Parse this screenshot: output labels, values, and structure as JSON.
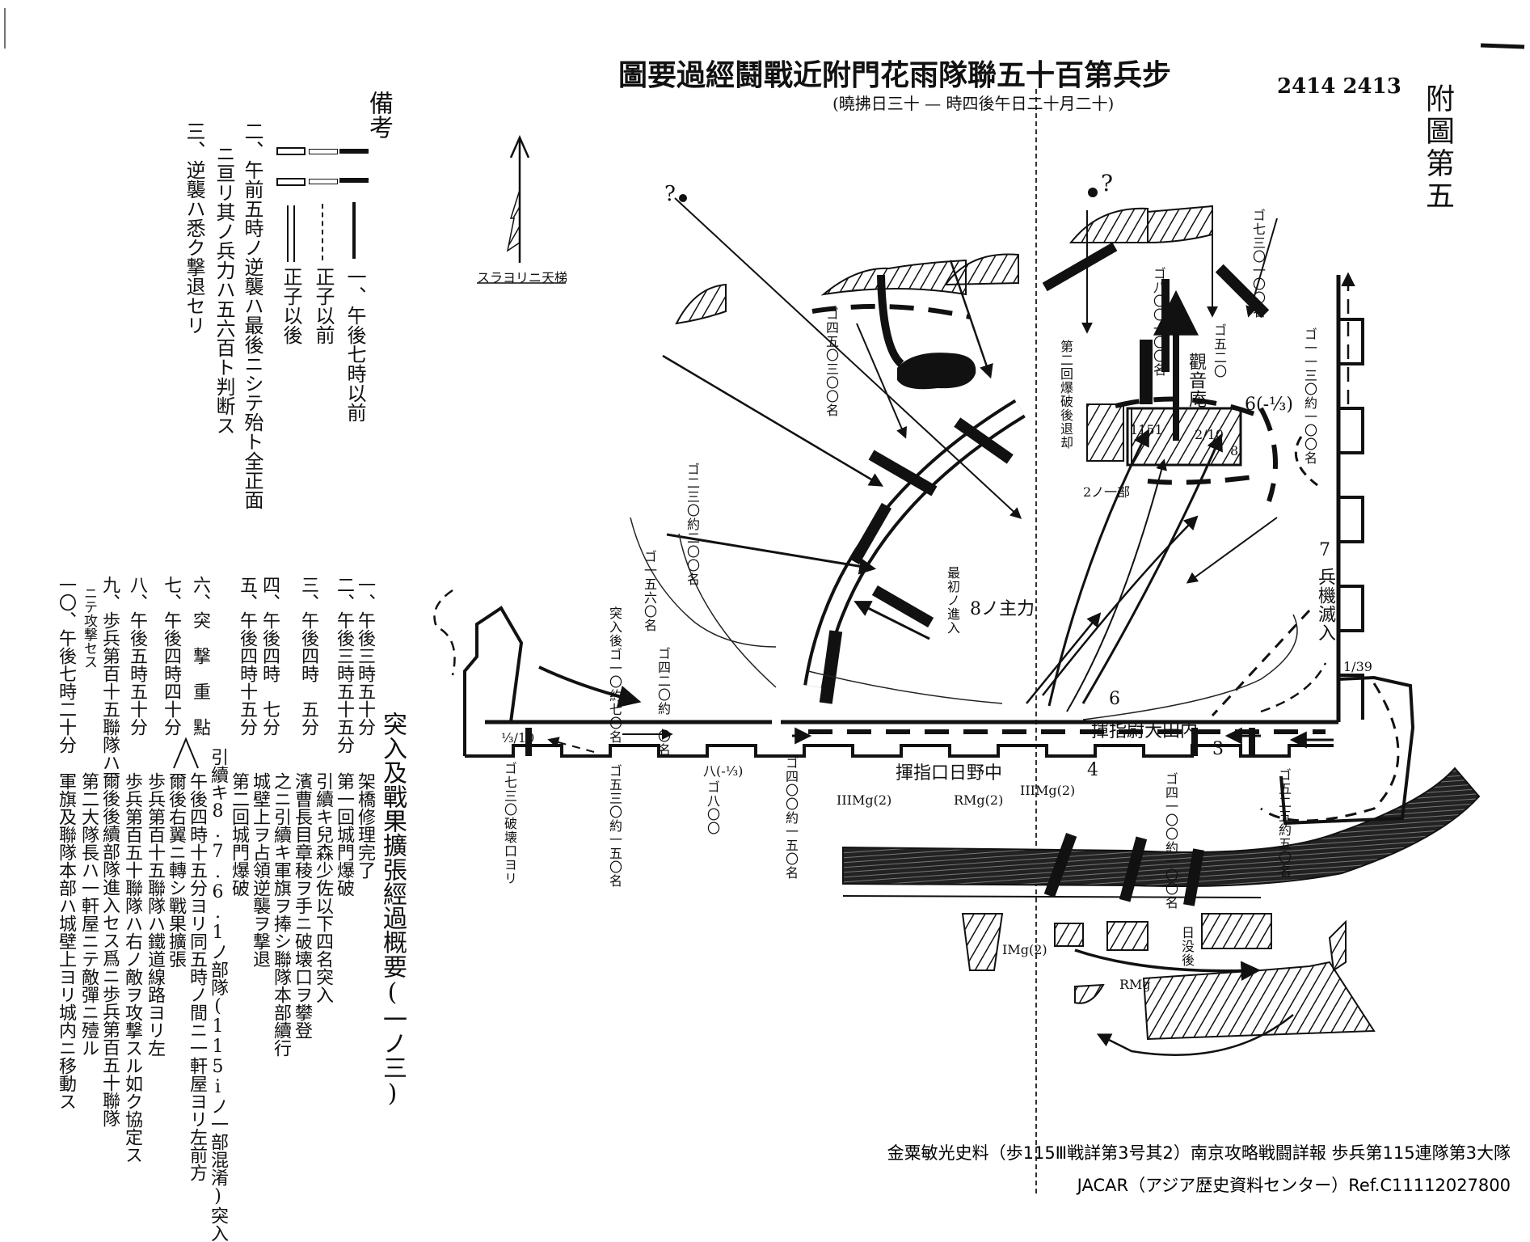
{
  "header": {
    "title": "步兵第百十五聯隊雨花門附近戰鬪經過要圖",
    "subtitle": "(十二月十二日午後四時 — 十三日拂曉)",
    "ref_numbers": "2414 2413",
    "plate_label": "附圖第五"
  },
  "remarks": {
    "heading": "備考",
    "legend": [
      {
        "text": "一、午後七時以前"
      },
      {
        "text": "正子以前"
      },
      {
        "text": "正子以後"
      }
    ],
    "notes": [
      "二、午前五時ノ逆襲ハ最後ニシテ殆ト全正面",
      "ニ亘リ其ノ兵力ハ五六百ト判断ス",
      "三、逆襲ハ悉ク撃退セリ"
    ]
  },
  "summary": {
    "heading": "突入及戰果擴張經過概要(一ノ三)",
    "times": [
      "一、午後三時五十分",
      "二、午後三時五十五分",
      "三、午後四時　五分",
      "四、午後四時　七分",
      "五、午後四時十五分",
      "六、突　撃　重　點",
      "七、午後四時四十分",
      "八、午後五時五十分",
      "九、歩兵第百十五聯隊ハ爾後後續部隊進入セス爲ニ歩兵第百五十聯隊",
      "ニテ攻撃セス",
      "一〇、午後七時二十分"
    ],
    "events": [
      "架橋修理完了",
      "第一回城門爆破",
      "引續キ兒森少佐以下四名突入",
      "濱曹長目章稜ヲ手ニ破壊口ヲ攀登",
      "之ニ引續キ軍旗ヲ捧シ聯隊本部續行",
      "城壁上ヲ占領逆襲ヲ撃退",
      "第二回城門爆破",
      "引續キ8.7.6.1ノ部隊(115iノ一部混淆)突入",
      "午後四時十五分ヨリ同五時ノ間ニ一軒屋ヨリ左前方",
      "爾後右翼ニ轉シ戰果擴張",
      "歩兵第百十五聯隊ハ鐵道線路ヨリ左",
      "歩兵第百五十聯隊ハ右ノ敵ヲ攻撃スル如ク協定ス",
      "第二大隊長ハ一軒屋ニテ敵彈ニ殪ル",
      "軍旗及聯隊本部ハ城壁上ヨリ城内ニ移動ス"
    ]
  },
  "map": {
    "north_label": "スラヨリニ天梯",
    "labels": {
      "kannon": "觀音庵",
      "unit_6": "6(-⅓)",
      "unit_210": "2/10",
      "unit_1151": "1151",
      "unit_8": "8",
      "unit_2_part": "2ノ一部",
      "nakano": "中野日口指揮",
      "uchida": "内田大尉指揮",
      "sunset": "日没後",
      "rmg1": "RMg",
      "rmg2": "RMg(2)",
      "imgs": "IMg(2)",
      "iiimg": "IIIMg(2)",
      "iiimg2": "IIIMg(2)",
      "unit_13_10": "⅓/10",
      "breach": "ゴ七三〇破壊口ヨリ",
      "g530": "ゴ五三〇約一五〇名",
      "unit_8_13": "八(-⅓)",
      "g800": "ゴ八〇〇",
      "g400": "ゴ四〇〇約一五〇名",
      "second_blast": "第二回爆破後退却",
      "first_entry": "最初ノ進入",
      "main_8": "8ノ主力",
      "g230": "ゴ二三〇約二〇〇名",
      "g15": "ゴ一五六〇名",
      "entry_after": "突入後ゴ一〇約七〇名",
      "g420": "ゴ四二〇約一〇名",
      "g4_530": "ゴ四五〇三〇〇名",
      "g730_100": "ゴ七三〇一〇〇名",
      "g800_100": "ゴ八〇〇一〇〇名",
      "g1130": "ゴ一一三〇約一〇〇名",
      "g520": "ゴ五二〇",
      "g_r1": "ゴ五二五約五〇名",
      "g_r2": "ゴ四一〇〇約一〇〇名",
      "soldier_in": "兵機滅入",
      "unit_7": "7",
      "unit_139": "1/39",
      "unit_6b": "6",
      "unit_4": "4",
      "unit_3": "3",
      "question1": "?",
      "question2": "?"
    }
  },
  "footer": {
    "line1": "金粟敏光史料（歩115Ⅲ戦詳第3号其2）南京攻略戦闘詳報 歩兵第115連隊第3大隊",
    "line2": "JACAR（アジア歴史資料センター）Ref.C11112027800"
  }
}
